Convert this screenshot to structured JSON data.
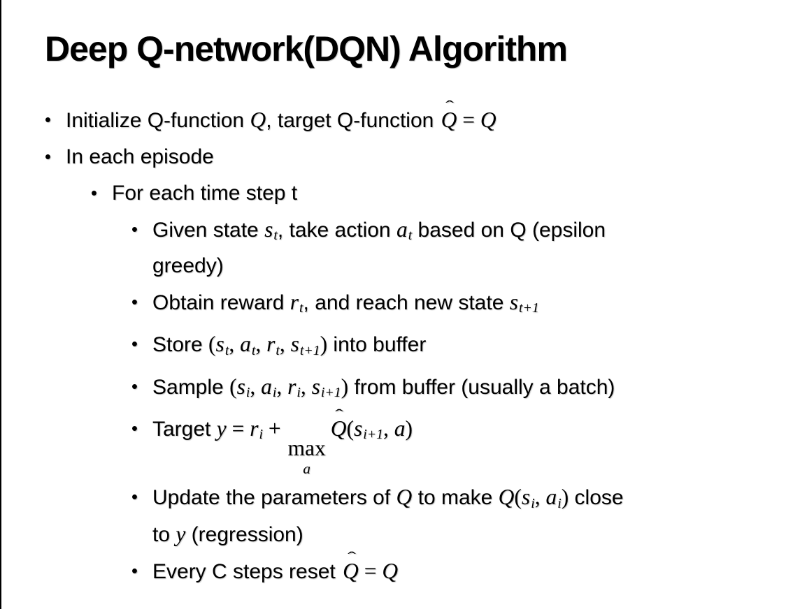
{
  "slide": {
    "title": "Deep Q-network(DQN) Algorithm",
    "bullet_char": "•",
    "hat_char": "ˆ",
    "text_color": "#000000",
    "background_color": "#ffffff",
    "border_color": "#000000",
    "bullets": [
      {
        "level": 1,
        "segments": [
          {
            "type": "text",
            "value": "Initialize Q-function "
          },
          {
            "type": "math",
            "value": "Q"
          },
          {
            "type": "text",
            "value": ", target Q-function "
          },
          {
            "type": "mathhat",
            "value": "Q"
          },
          {
            "type": "mroman",
            "value": " = "
          },
          {
            "type": "math",
            "value": "Q"
          }
        ]
      },
      {
        "level": 1,
        "segments": [
          {
            "type": "text",
            "value": "In each episode"
          }
        ]
      },
      {
        "level": 2,
        "segments": [
          {
            "type": "text",
            "value": "For each time step t"
          }
        ]
      },
      {
        "level": 3,
        "segments": [
          {
            "type": "text",
            "value": "Given state "
          },
          {
            "type": "math",
            "value": "s"
          },
          {
            "type": "sub",
            "value": "t"
          },
          {
            "type": "text",
            "value": ", take action "
          },
          {
            "type": "math",
            "value": "a"
          },
          {
            "type": "sub",
            "value": "t"
          },
          {
            "type": "text",
            "value": " based on Q (epsilon"
          },
          {
            "type": "br"
          },
          {
            "type": "text",
            "value": "greedy)"
          }
        ]
      },
      {
        "level": 3,
        "segments": [
          {
            "type": "text",
            "value": "Obtain reward "
          },
          {
            "type": "math",
            "value": "r"
          },
          {
            "type": "sub",
            "value": "t"
          },
          {
            "type": "text",
            "value": ", and reach new state "
          },
          {
            "type": "math",
            "value": "s"
          },
          {
            "type": "sub",
            "value": "t+1"
          }
        ]
      },
      {
        "level": 3,
        "segments": [
          {
            "type": "text",
            "value": "Store "
          },
          {
            "type": "mroman",
            "value": "("
          },
          {
            "type": "math",
            "value": "s"
          },
          {
            "type": "sub",
            "value": "t"
          },
          {
            "type": "mroman",
            "value": ", "
          },
          {
            "type": "math",
            "value": "a"
          },
          {
            "type": "sub",
            "value": "t"
          },
          {
            "type": "mroman",
            "value": ", "
          },
          {
            "type": "math",
            "value": "r"
          },
          {
            "type": "sub",
            "value": "t"
          },
          {
            "type": "mroman",
            "value": ", "
          },
          {
            "type": "math",
            "value": "s"
          },
          {
            "type": "sub",
            "value": "t+1"
          },
          {
            "type": "mroman",
            "value": ")"
          },
          {
            "type": "text",
            "value": " into buffer"
          }
        ]
      },
      {
        "level": 3,
        "segments": [
          {
            "type": "text",
            "value": "Sample "
          },
          {
            "type": "mroman",
            "value": "("
          },
          {
            "type": "math",
            "value": "s"
          },
          {
            "type": "sub",
            "value": "i"
          },
          {
            "type": "mroman",
            "value": ", "
          },
          {
            "type": "math",
            "value": "a"
          },
          {
            "type": "sub",
            "value": "i"
          },
          {
            "type": "mroman",
            "value": ", "
          },
          {
            "type": "math",
            "value": "r"
          },
          {
            "type": "sub",
            "value": "i"
          },
          {
            "type": "mroman",
            "value": ", "
          },
          {
            "type": "math",
            "value": "s"
          },
          {
            "type": "sub",
            "value": "i+1"
          },
          {
            "type": "mroman",
            "value": ")"
          },
          {
            "type": "text",
            "value": " from buffer (usually a batch)"
          }
        ]
      },
      {
        "level": 3,
        "segments": [
          {
            "type": "text",
            "value": "Target "
          },
          {
            "type": "math",
            "value": "y"
          },
          {
            "type": "mroman",
            "value": " = "
          },
          {
            "type": "math",
            "value": "r"
          },
          {
            "type": "sub",
            "value": "i"
          },
          {
            "type": "mroman",
            "value": " + "
          },
          {
            "type": "maxover",
            "top": "max",
            "bottom": "a"
          },
          {
            "type": "mathhat",
            "value": "Q"
          },
          {
            "type": "mroman",
            "value": "("
          },
          {
            "type": "math",
            "value": "s"
          },
          {
            "type": "sub",
            "value": "i+1"
          },
          {
            "type": "mroman",
            "value": ", "
          },
          {
            "type": "math",
            "value": "a"
          },
          {
            "type": "mroman",
            "value": ")"
          }
        ]
      },
      {
        "level": 3,
        "segments": [
          {
            "type": "text",
            "value": "Update the parameters of "
          },
          {
            "type": "math",
            "value": "Q"
          },
          {
            "type": "text",
            "value": " to make "
          },
          {
            "type": "math",
            "value": "Q"
          },
          {
            "type": "mroman",
            "value": "("
          },
          {
            "type": "math",
            "value": "s"
          },
          {
            "type": "sub",
            "value": "i"
          },
          {
            "type": "mroman",
            "value": ", "
          },
          {
            "type": "math",
            "value": "a"
          },
          {
            "type": "sub",
            "value": "i"
          },
          {
            "type": "mroman",
            "value": ")"
          },
          {
            "type": "text",
            "value": " close"
          },
          {
            "type": "br"
          },
          {
            "type": "text",
            "value": "to "
          },
          {
            "type": "math",
            "value": "y"
          },
          {
            "type": "text",
            "value": " (regression)"
          }
        ]
      },
      {
        "level": 3,
        "segments": [
          {
            "type": "text",
            "value": "Every C steps reset "
          },
          {
            "type": "mathhat",
            "value": "Q"
          },
          {
            "type": "mroman",
            "value": " = "
          },
          {
            "type": "math",
            "value": "Q"
          }
        ]
      }
    ]
  }
}
